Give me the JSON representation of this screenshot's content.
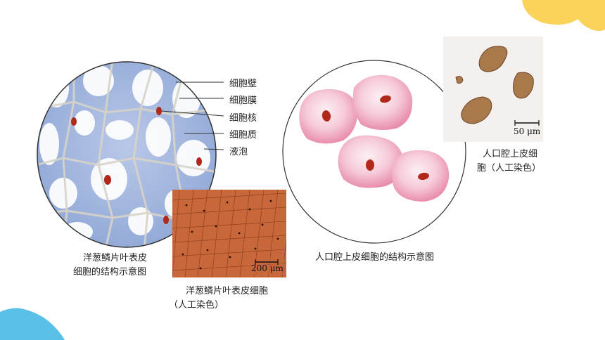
{
  "onion_diagram": {
    "labels": [
      "细胞壁",
      "细胞膜",
      "细胞核",
      "细胞质",
      "液泡"
    ],
    "caption_line1": "洋葱鳞片叶表皮",
    "caption_line2": "细胞的结构示意图"
  },
  "onion_photo": {
    "scale_text": "200 μm",
    "caption_line1": "洋葱鳞片叶表皮细胞",
    "caption_line2": "（人工染色）"
  },
  "cheek_diagram": {
    "caption": "人口腔上皮细胞的结构示意图"
  },
  "cheek_photo": {
    "scale_text": "50 μm",
    "caption_line1": "人口腔上皮细",
    "caption_line2": "胞（人工染色）"
  },
  "colors": {
    "corner_yellow": "#fbd35a",
    "corner_blue": "#5bc0e8",
    "onion_blue": "#9fb4dd",
    "nucleus_red": "#b0281a",
    "cheek_pink": "#f3b9cc",
    "onion_photo_orange": "#c8683a"
  }
}
